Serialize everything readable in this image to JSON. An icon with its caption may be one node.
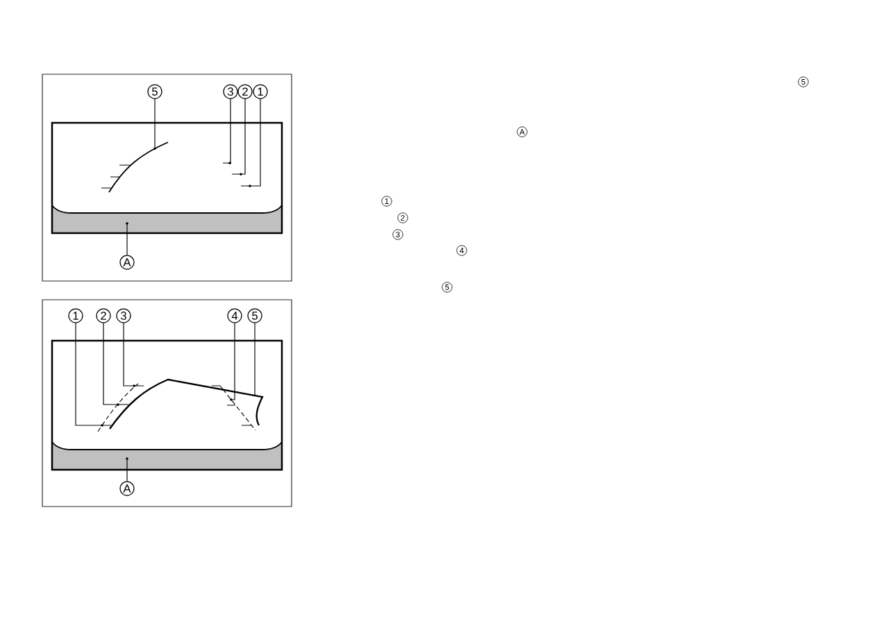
{
  "diagram": {
    "nodes": [
      {
        "text": [],
        "shape": "box"
      },
      {
        "text": [
          "5"
        ],
        "in": 0
      },
      {
        "text": [
          "3"
        ],
        "in": 0
      },
      {
        "text": [
          "2"
        ],
        "in": 0
      },
      {
        "text": [
          "1"
        ],
        "in": 0
      },
      {
        "text": [],
        "shape": "circle",
        "in": 0
      },
      {
        "text": [],
        "shape": "circle",
        "in": 0
      },
      {
        "text": [],
        "shape": "circle",
        "in": 0
      },
      {
        "text": [],
        "shape": "circle",
        "in": 0
      },
      {
        "text": [],
        "shape": "circle",
        "in": 0
      },
      {
        "text": [
          "A"
        ],
        "in": 0
      },
      {
        "text": [],
        "shape": "box"
      },
      {
        "text": [
          "1"
        ],
        "in": 11
      },
      {
        "text": [
          "2"
        ],
        "in": 11
      },
      {
        "text": [
          "3"
        ],
        "in": 11
      },
      {
        "text": [
          "4"
        ],
        "in": 11
      },
      {
        "text": [
          "5"
        ],
        "in": 11
      },
      {
        "text": [],
        "shape": "circle",
        "in": 11
      },
      {
        "text": [],
        "shape": "circle",
        "in": 11
      },
      {
        "text": [],
        "shape": "circle",
        "in": 11
      },
      {
        "text": [],
        "shape": "circle",
        "in": 11
      },
      {
        "text": [],
        "shape": "circle",
        "in": 11
      },
      {
        "text": [
          "A"
        ],
        "in": 11
      }
    ],
    "edges": [
      {
        "from": 1,
        "to": 5,
        "arrow": "none"
      },
      {
        "from": 2,
        "to": 6,
        "arrow": "none"
      },
      {
        "from": 3,
        "to": 7,
        "arrow": "none"
      },
      {
        "from": 4,
        "to": 8,
        "arrow": "none"
      },
      {
        "from": 10,
        "to": 9,
        "arrow": "none"
      },
      {
        "from": 12,
        "to": 20,
        "arrow": "none"
      },
      {
        "from": 13,
        "to": 19,
        "arrow": "none"
      },
      {
        "from": 14,
        "to": 17,
        "arrow": "none"
      },
      {
        "from": 15,
        "to": 18,
        "arrow": "none"
      },
      {
        "from": 16,
        "to": null,
        "arrow": "none"
      },
      {
        "from": 22,
        "to": 21,
        "arrow": "none"
      }
    ],
    "labels": [
      "5",
      "A",
      "1",
      "2",
      "3",
      "4",
      "5"
    ]
  }
}
